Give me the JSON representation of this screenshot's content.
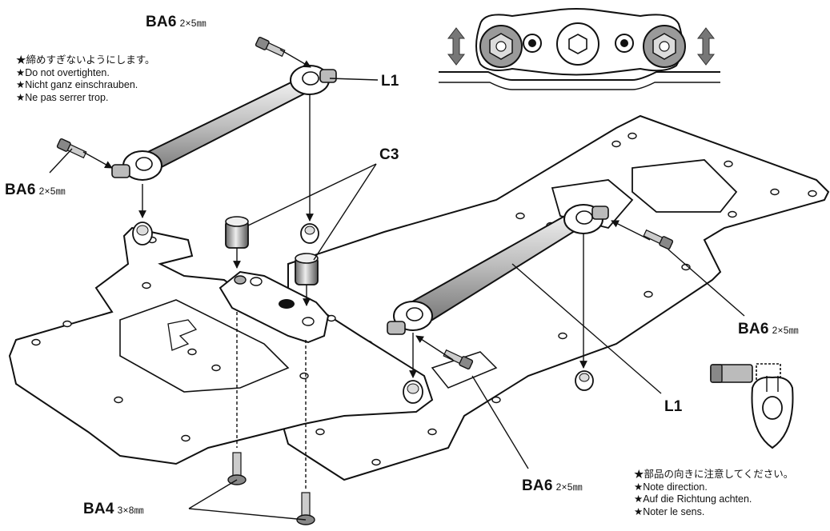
{
  "parts": {
    "ba6_top": {
      "code": "BA6",
      "size": "2×5㎜"
    },
    "ba6_left": {
      "code": "BA6",
      "size": "2×5㎜"
    },
    "ba6_right": {
      "code": "BA6",
      "size": "2×5㎜"
    },
    "ba6_bottom": {
      "code": "BA6",
      "size": "2×5㎜"
    },
    "ba4": {
      "code": "BA4",
      "size": "3×8㎜"
    },
    "l1_top": "L1",
    "l1_bottom": "L1",
    "c3": "C3"
  },
  "notes": {
    "overtighten": [
      "★締めすぎないようにします。",
      "★Do not overtighten.",
      "★Nicht ganz einschrauben.",
      "★Ne pas serrer trop."
    ],
    "direction": [
      "★部品の向きに注意してください。",
      "★Note direction.",
      "★Auf die Richtung achten.",
      "★Noter le sens."
    ]
  },
  "icons": {
    "adjust_arrows": "double-vertical-arrow-icon",
    "screw": "screw-icon"
  }
}
